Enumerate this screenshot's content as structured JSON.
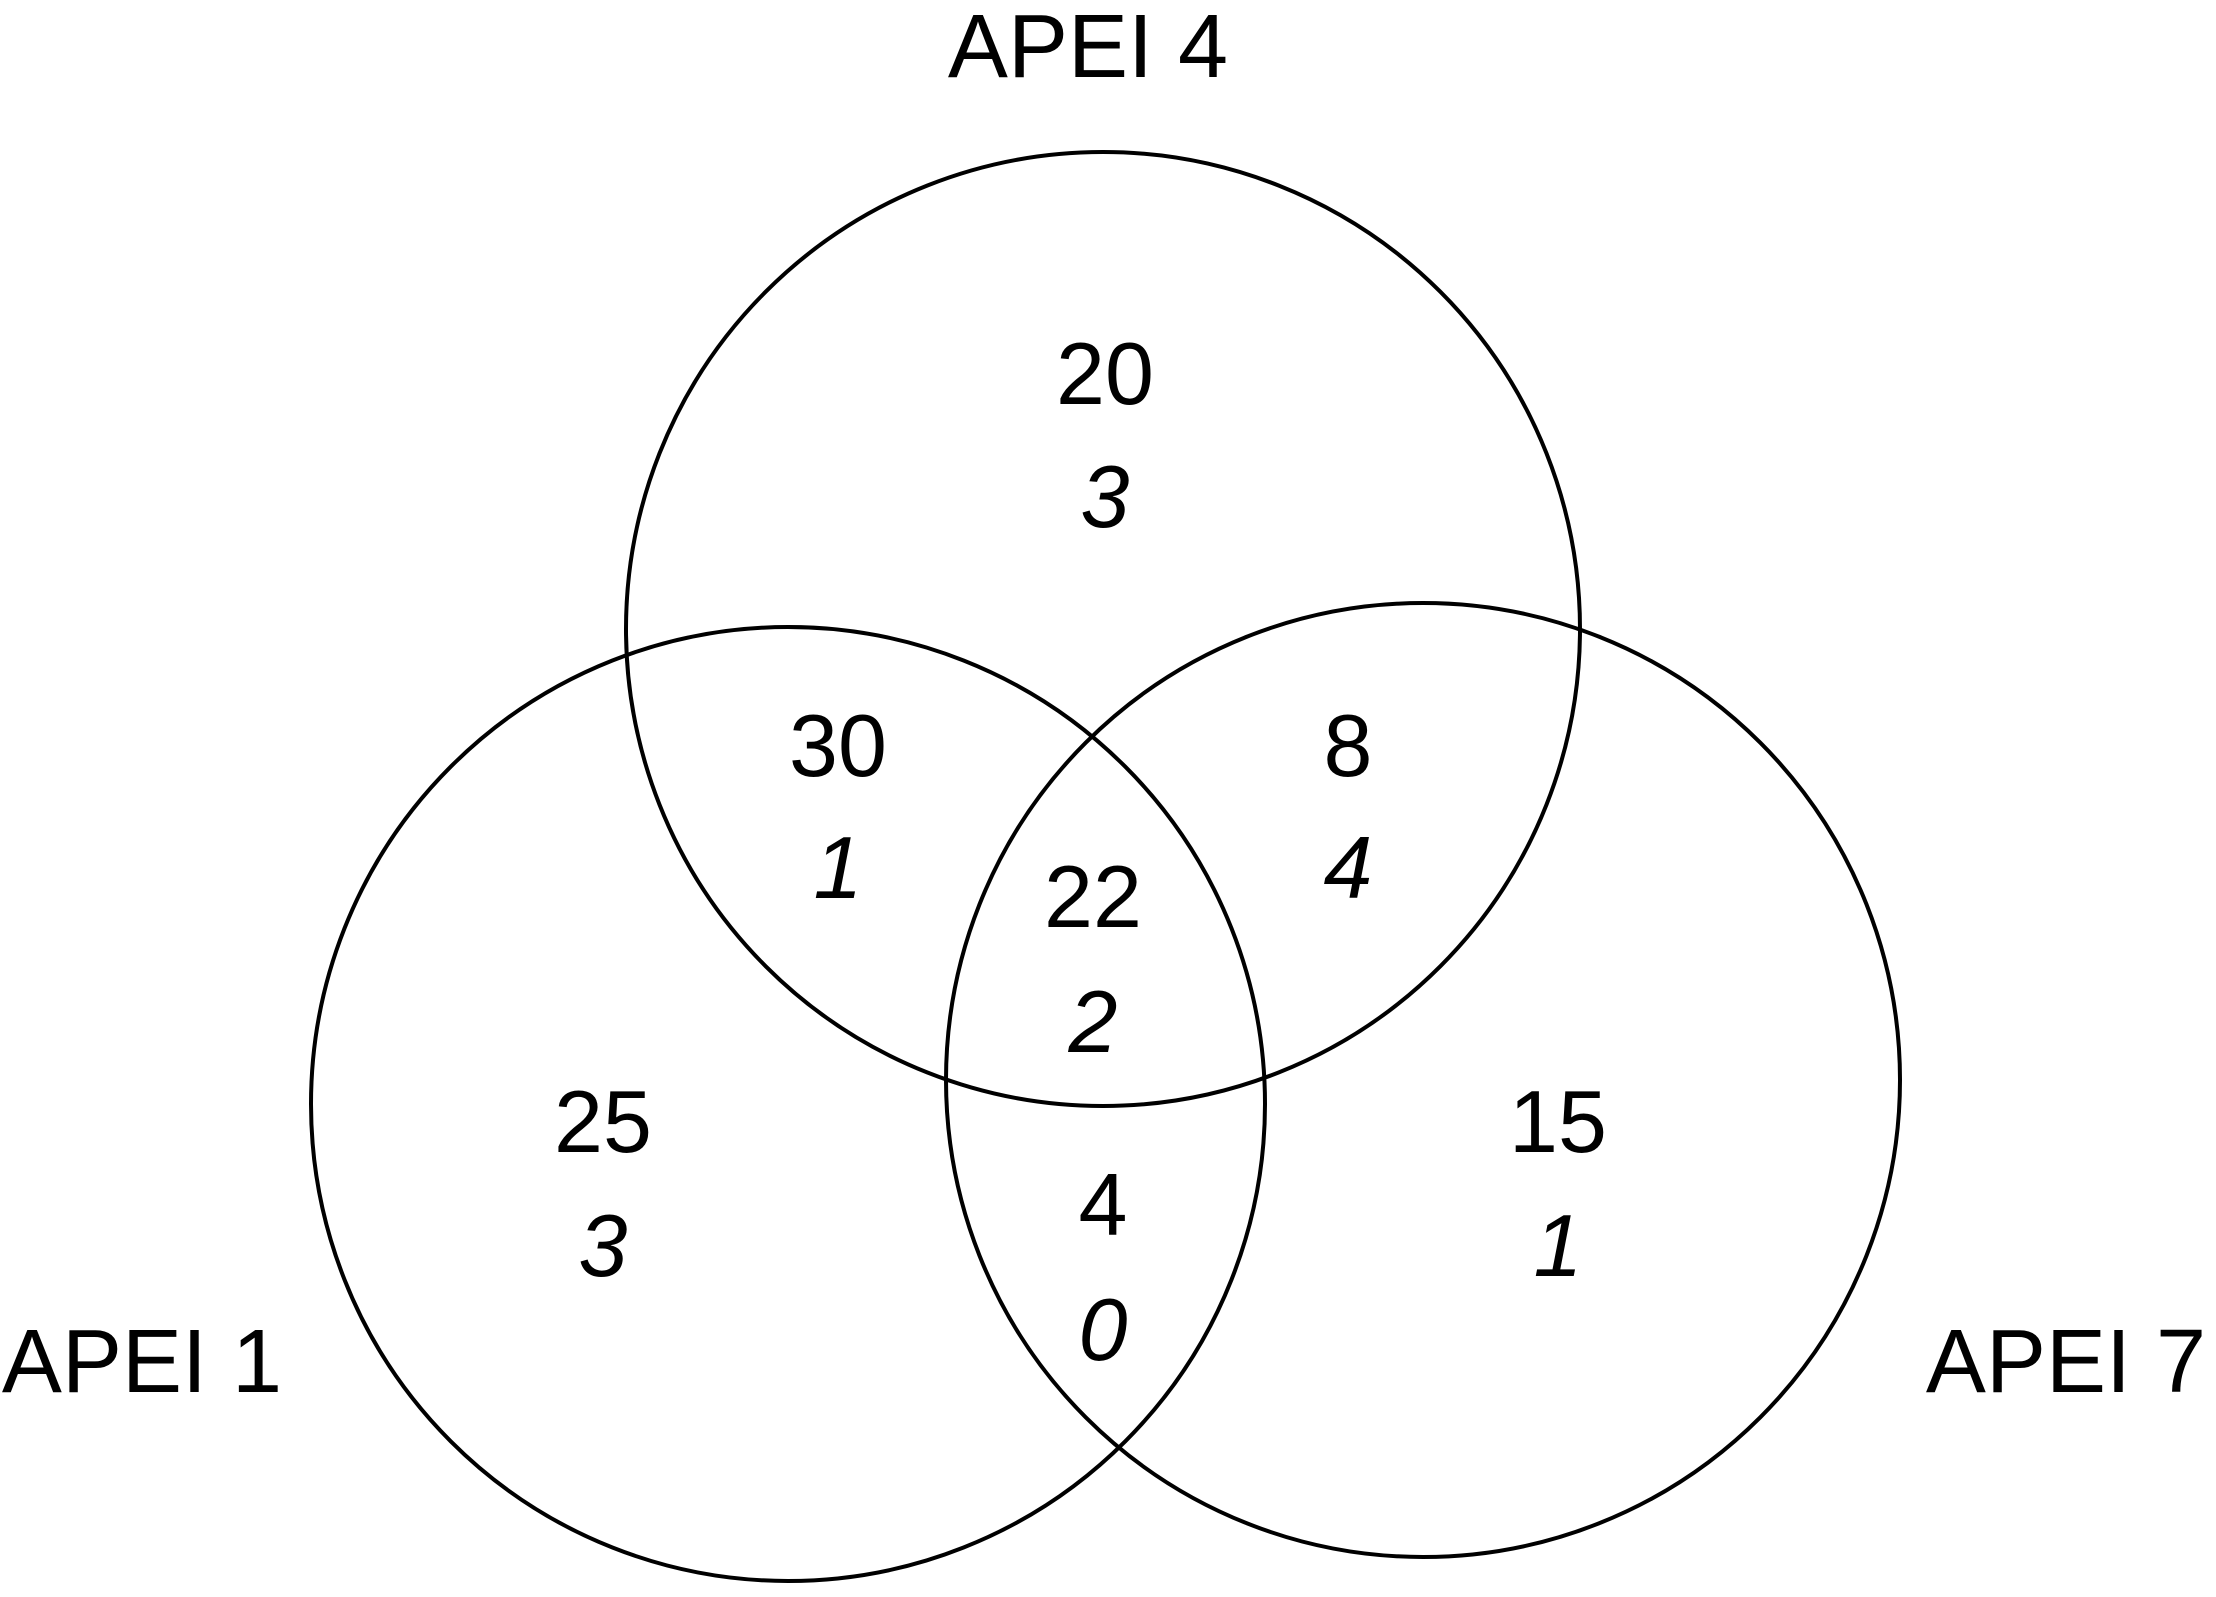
{
  "sets": {
    "apei4": {
      "label": "APEI 4"
    },
    "apei1": {
      "label": "APEI 1"
    },
    "apei7": {
      "label": "APEI 7"
    }
  },
  "regions": {
    "apei4_only": {
      "count": "20",
      "sub": "3"
    },
    "apei1_apei4": {
      "count": "30",
      "sub": "1"
    },
    "apei4_apei7": {
      "count": "8",
      "sub": "4"
    },
    "all_three": {
      "count": "22",
      "sub": "2"
    },
    "apei1_only": {
      "count": "25",
      "sub": "3"
    },
    "apei7_only": {
      "count": "15",
      "sub": "1"
    },
    "apei1_apei7": {
      "count": "4",
      "sub": "0"
    }
  },
  "colors": {
    "stroke": "#000000",
    "background": "#ffffff"
  }
}
